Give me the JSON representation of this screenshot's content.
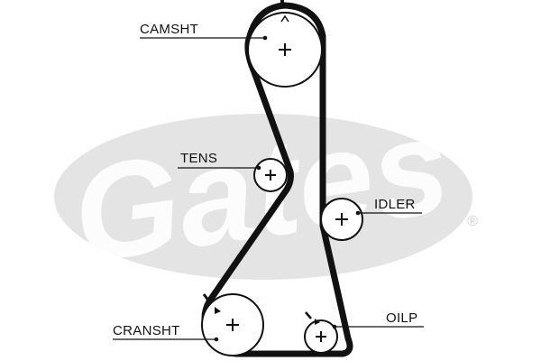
{
  "watermark": {
    "text": "Gates",
    "registered_mark": "®",
    "fill_color": "#e4e4e4",
    "text_color": "#ffffff"
  },
  "belt": {
    "color": "#111111"
  },
  "pulleys": [
    {
      "id": "camsht",
      "label": "CAMSHT",
      "has_timing_mark": true
    },
    {
      "id": "tens",
      "label": "TENS",
      "has_timing_mark": false
    },
    {
      "id": "idler",
      "label": "IDLER",
      "has_timing_mark": false
    },
    {
      "id": "cransht",
      "label": "CRANSHT",
      "has_timing_mark": true
    },
    {
      "id": "oilp",
      "label": "OILP",
      "has_timing_mark": true
    }
  ]
}
